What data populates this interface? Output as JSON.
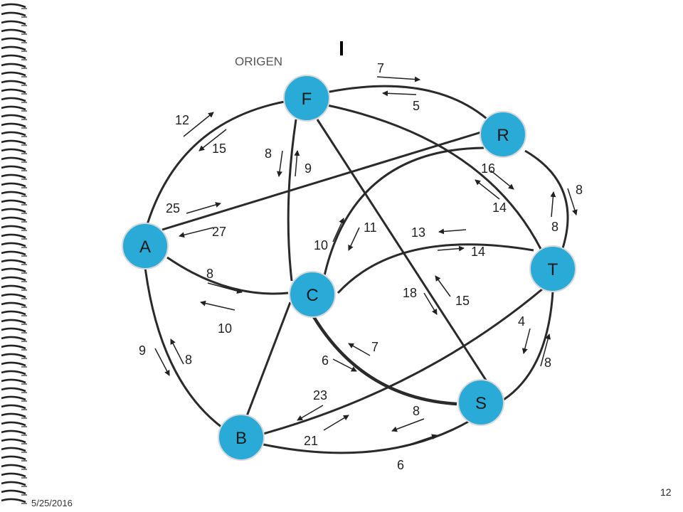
{
  "diagram": {
    "origin_label": "ORIGEN",
    "nodes": [
      "F",
      "R",
      "A",
      "C",
      "T",
      "S",
      "B"
    ],
    "edge_labels": {
      "fr_out": "7",
      "fr_in": "5",
      "af_up": "12",
      "af_down": "15",
      "fc_down": "8",
      "fc_up": "9",
      "ft_a": "16",
      "ft_b": "14",
      "rt_a": "8",
      "rt_b": "8",
      "ar_a": "25",
      "ar_b": "27",
      "rc_a": "10",
      "rc_b": "11",
      "ct_a": "13",
      "ct_b": "14",
      "ac_a": "8",
      "ac_b": "10",
      "fs_a": "18",
      "fs_b": "15",
      "ab_a": "9",
      "ab_b": "8",
      "cs_a": "7",
      "cs_b": "6",
      "ts_a": "4",
      "ts_b": "8",
      "bt_a": "23",
      "bt_b": "21",
      "bs_a": "8",
      "bs_b": "6"
    }
  },
  "footer": {
    "date": "5/25/2016",
    "page": "12"
  }
}
